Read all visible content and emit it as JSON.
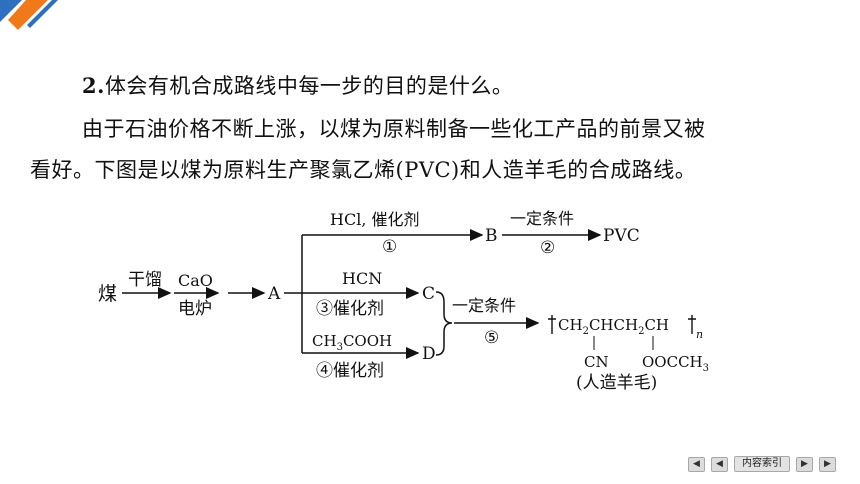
{
  "heading": {
    "number": "2.",
    "text": "体会有机合成路线中每一步的目的是什么。"
  },
  "intro": {
    "line1": "由于石油价格不断上涨，以煤为原料制备一些化工产品的前景又被",
    "line2": "看好。下图是以煤为原料生产聚氯乙烯(PVC)和人造羊毛的合成路线。"
  },
  "scheme": {
    "coal": "煤",
    "step_dry_distill": "干馏",
    "cao": "CaO",
    "furnace": "电炉",
    "A": "A",
    "B": "B",
    "C": "C",
    "D": "D",
    "PVC": "PVC",
    "r1_top": "HCl, 催化剂",
    "r1_num": "①",
    "r2_top": "一定条件",
    "r2_num": "②",
    "r3_top": "HCN",
    "r3_bottom": "③催化剂",
    "r4_top_pre": "CH",
    "r4_top_sub": "3",
    "r4_top_post": "COOH",
    "r4_bottom": "④催化剂",
    "r5_top": "一定条件",
    "r5_num": "⑤",
    "polymer": {
      "main_a": "CH",
      "main_a_sub": "2",
      "main_b": "CHCH",
      "main_b_sub": "2",
      "main_c": "CH",
      "n": "n",
      "sub1": "CN",
      "sub2_pre": "OOCCH",
      "sub2_sub": "3",
      "caption": "(人造羊毛)"
    }
  },
  "nav": {
    "first": "◀",
    "prev": "◀",
    "index": "内容索引",
    "next": "▶",
    "last": "▶"
  },
  "colors": {
    "corner_orange": "#f07a1a",
    "corner_blue": "#2e6fc0"
  }
}
